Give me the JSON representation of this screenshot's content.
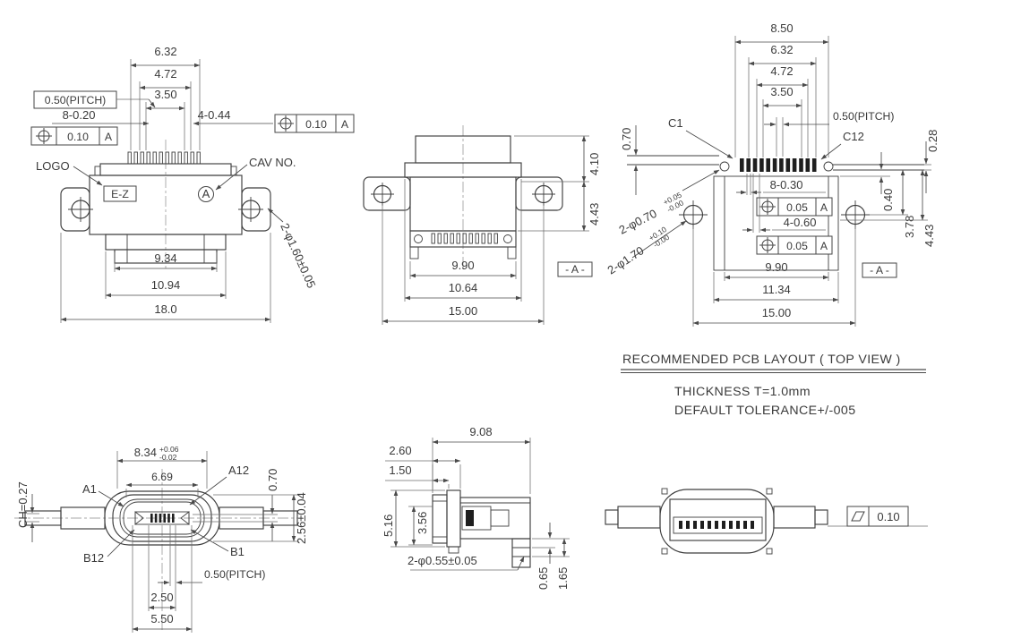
{
  "notes": {
    "pcb_title": "RECOMMENDED PCB LAYOUT ( TOP VIEW )",
    "thickness": "THICKNESS  T=1.0mm",
    "tolerance": "DEFAULT   TOLERANCE+/-005"
  },
  "views": {
    "front": {
      "dim_outer": "6.32",
      "dim_mid": "4.72",
      "dim_inner": "3.50",
      "pitch": "0.50(PITCH)",
      "pins_narrow": "8-0.20",
      "pins_wide": "4-0.44",
      "gdt_tol": "0.10",
      "gdt_datum": "A",
      "logo_label": "LOGO",
      "logo_text": "E-Z",
      "cav_label": "CAV NO.",
      "cav_letter": "A",
      "dim_step": "9.34",
      "dim_base": "10.94",
      "dim_total": "18.0",
      "hole_note": "2-φ1.60±0.05"
    },
    "rear": {
      "dim_upper": "4.10",
      "dim_lower": "4.43",
      "dim_inner": "9.90",
      "dim_mid": "10.64",
      "dim_total": "15.00",
      "datum": "- A -"
    },
    "pcb": {
      "dim_total_w": "8.50",
      "dim_outer": "6.32",
      "dim_mid": "4.72",
      "dim_inner": "3.50",
      "pitch": "0.50(PITCH)",
      "strip_left": "0.70",
      "strip_right": "0.28",
      "c1": "C1",
      "c12": "C12",
      "pads_narrow": "8-0.30",
      "pads_wide": "4-0.60",
      "gdt_tol": "0.05",
      "gdt_datum": "A",
      "hole_small": "2-φ0.70",
      "hole_small_plus": "+0.05",
      "hole_small_minus": "-0.00",
      "hole_large": "2-φ1.70",
      "hole_large_plus": "+0.10",
      "hole_large_minus": "-0.00",
      "dim_040": "0.40",
      "dim_378": "3.78",
      "dim_443": "4.43",
      "dim_inner_w": "9.90",
      "dim_mid_w": "11.34",
      "dim_hole_span": "15.00",
      "datum": "- A -"
    },
    "mating": {
      "chamfer": "CH=0.27",
      "dim_shell": "8.34",
      "dim_shell_plus": "+0.06",
      "dim_shell_minus": "-0.02",
      "dim_cavity": "6.69",
      "a1": "A1",
      "a12": "A12",
      "b1": "B1",
      "b12": "B12",
      "dim_tongue": "0.70",
      "dim_height": "2.56±0.04",
      "pitch": "0.50(PITCH)",
      "dim_250": "2.50",
      "dim_550": "5.50"
    },
    "side": {
      "dim_total": "9.08",
      "dim_260": "2.60",
      "dim_150": "1.50",
      "dim_516": "5.16",
      "dim_356": "3.56",
      "hole_note": "2-φ0.55±0.05",
      "dim_065": "0.65",
      "dim_165": "1.65"
    },
    "bottom": {
      "flatness": "0.10"
    }
  },
  "colors": {
    "line": "#4a4a4a",
    "text": "#3a3a3a",
    "pad_fill": "#1e1e1e",
    "background": "#ffffff"
  }
}
